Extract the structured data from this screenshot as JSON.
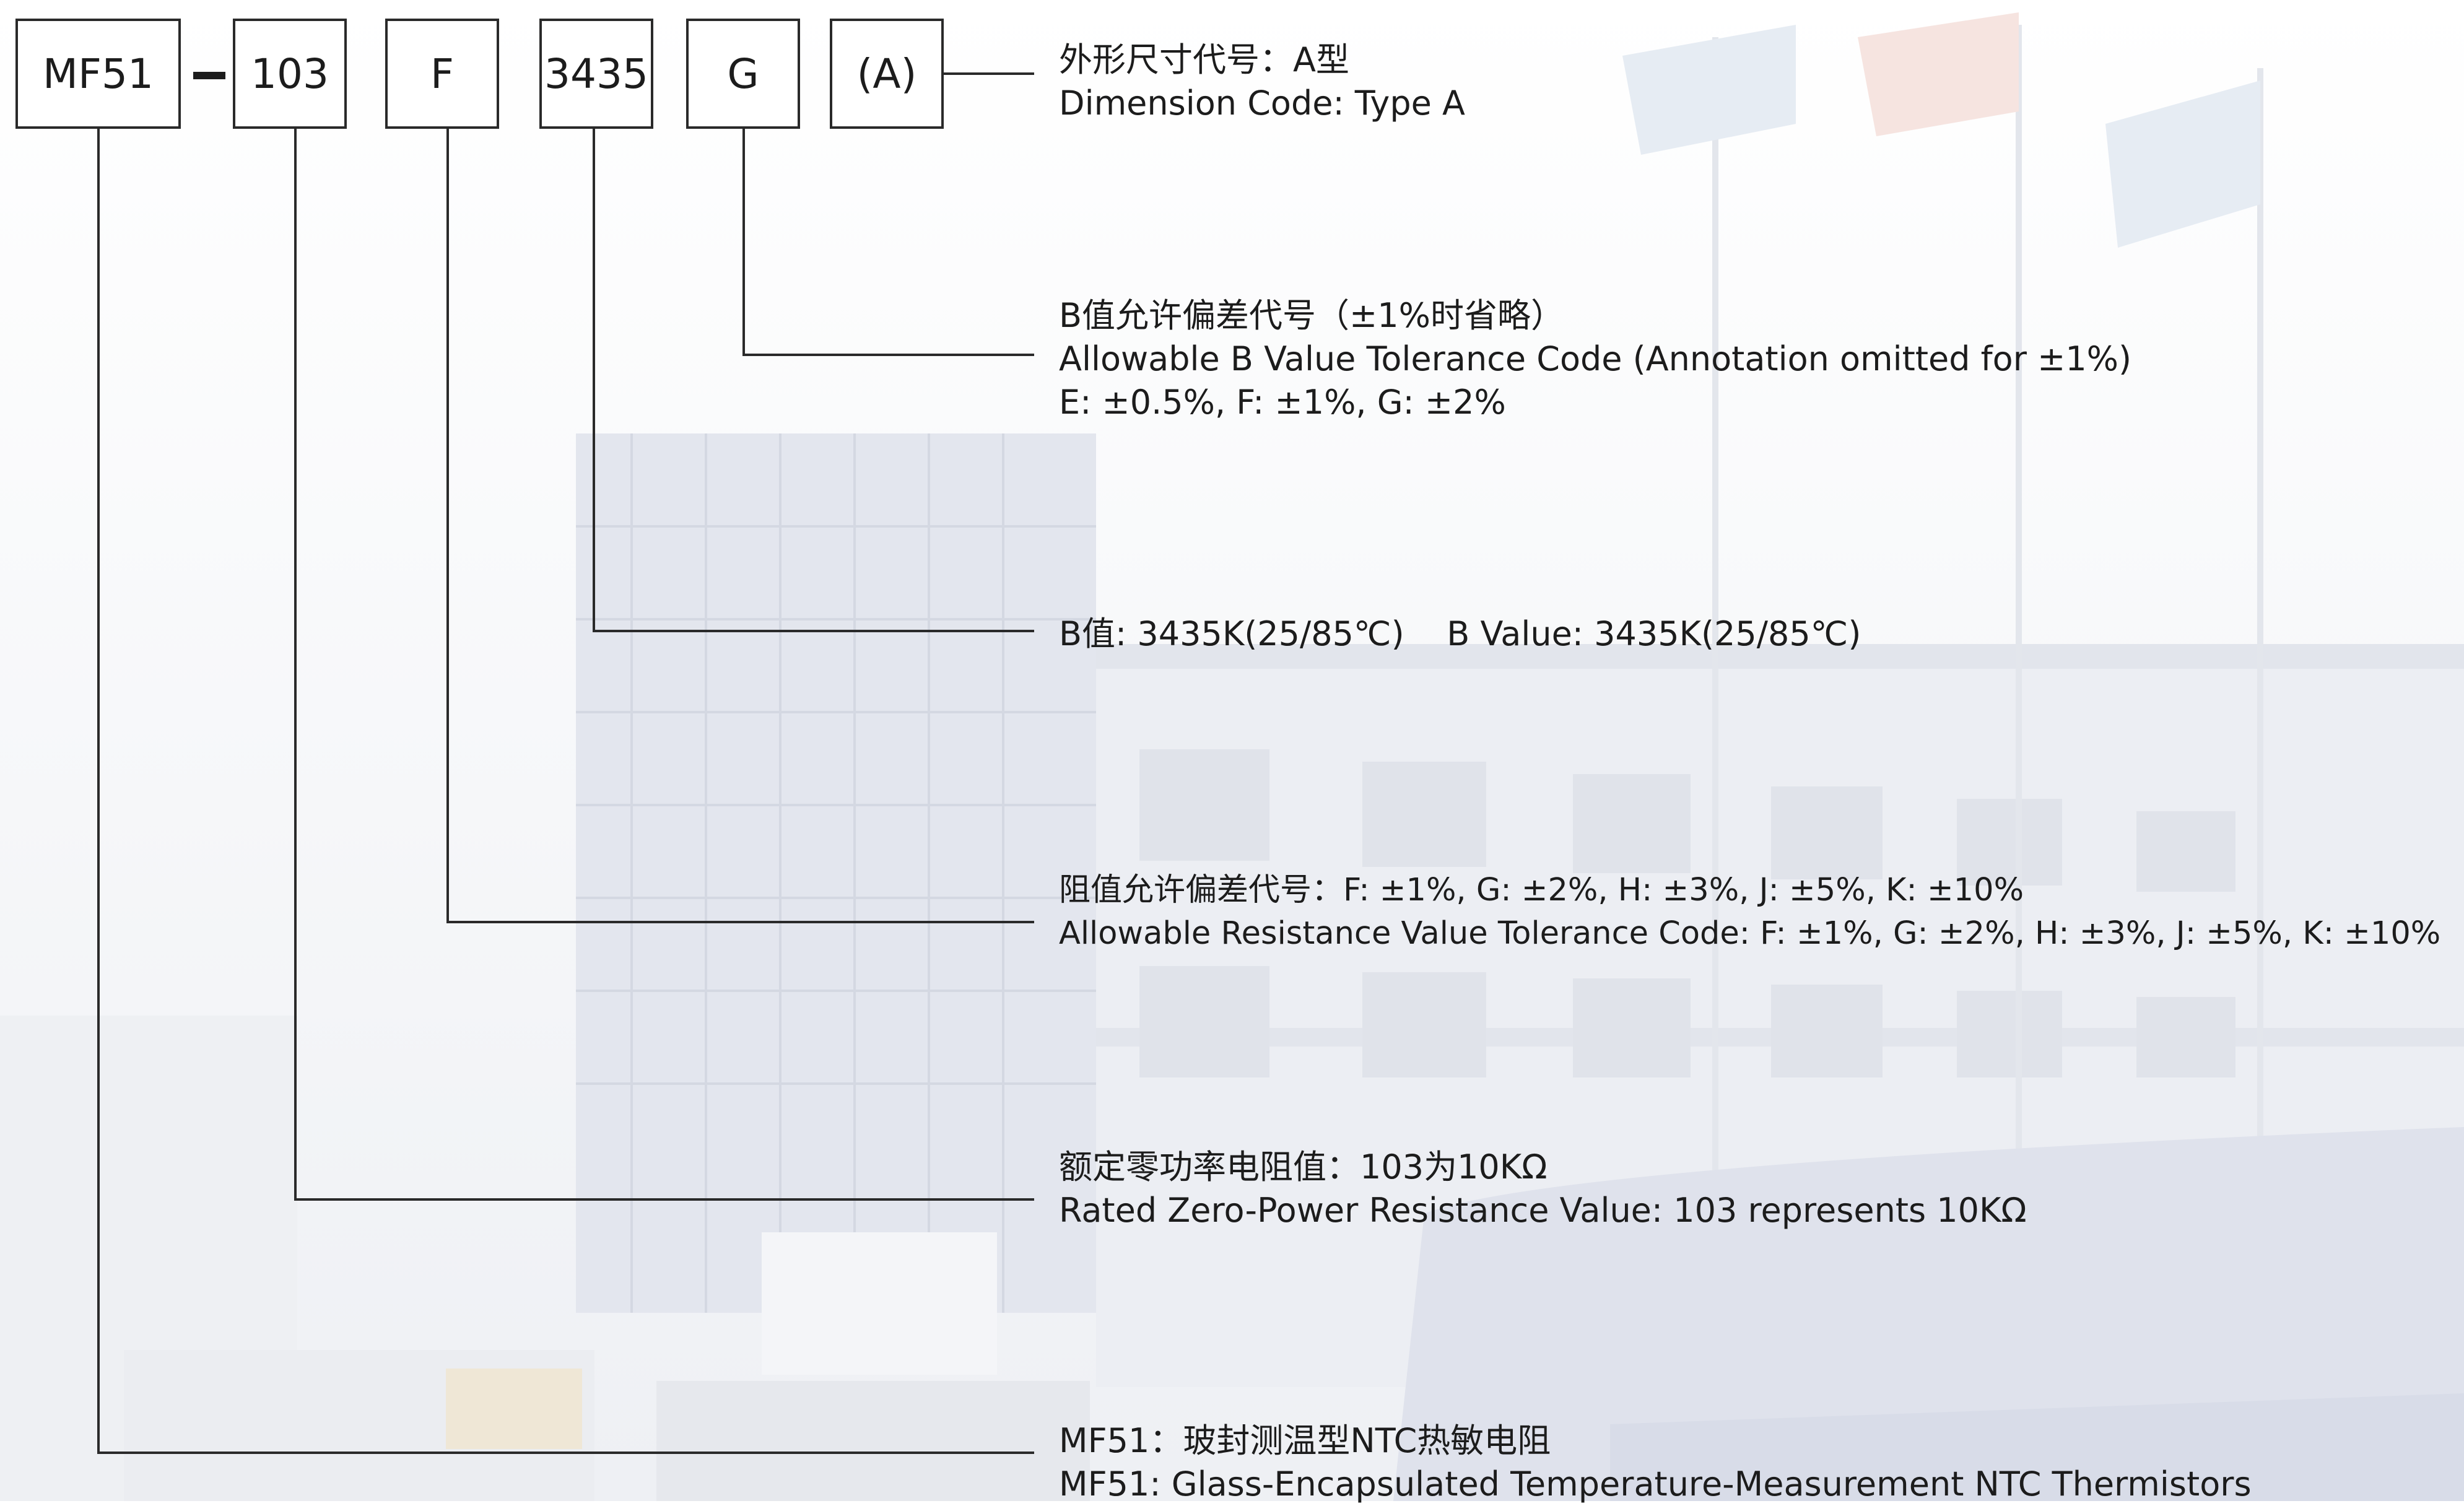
{
  "code_boxes": {
    "mf51": "MF51",
    "resistance": "103",
    "resistance_tolerance": "F",
    "b_value": "3435",
    "b_tolerance": "G",
    "dimension": "(A)"
  },
  "annotations": {
    "dimension": {
      "zh": "外形尺寸代号：A型",
      "en": "Dimension Code: Type A"
    },
    "b_tolerance": {
      "zh": "B值允许偏差代号（±1%时省略）",
      "en": "Allowable B Value Tolerance Code (Annotation omitted for ±1%)",
      "values": "E: ±0.5%, F: ±1%, G: ±2%"
    },
    "b_value": {
      "text": "B值: 3435K(25/85℃)    B Value: 3435K(25/85℃)"
    },
    "resistance_tolerance": {
      "zh": "阻值允许偏差代号：F: ±1%, G: ±2%, H: ±3%, J: ±5%, K: ±10%",
      "en": "Allowable Resistance Value Tolerance Code: F: ±1%, G: ±2%, H: ±3%, J: ±5%, K: ±10%"
    },
    "resistance": {
      "zh": "额定零功率电阻值：103为10KΩ",
      "en": "Rated Zero-Power Resistance Value: 103 represents 10KΩ"
    },
    "series": {
      "zh": "MF51：玻封测温型NTC热敏电阻",
      "en": "MF51: Glass-Encapsulated Temperature-Measurement NTC Thermistors"
    }
  },
  "colors": {
    "line": "#2a2a2a",
    "text": "#1c1c1c",
    "background": "#ffffff"
  }
}
